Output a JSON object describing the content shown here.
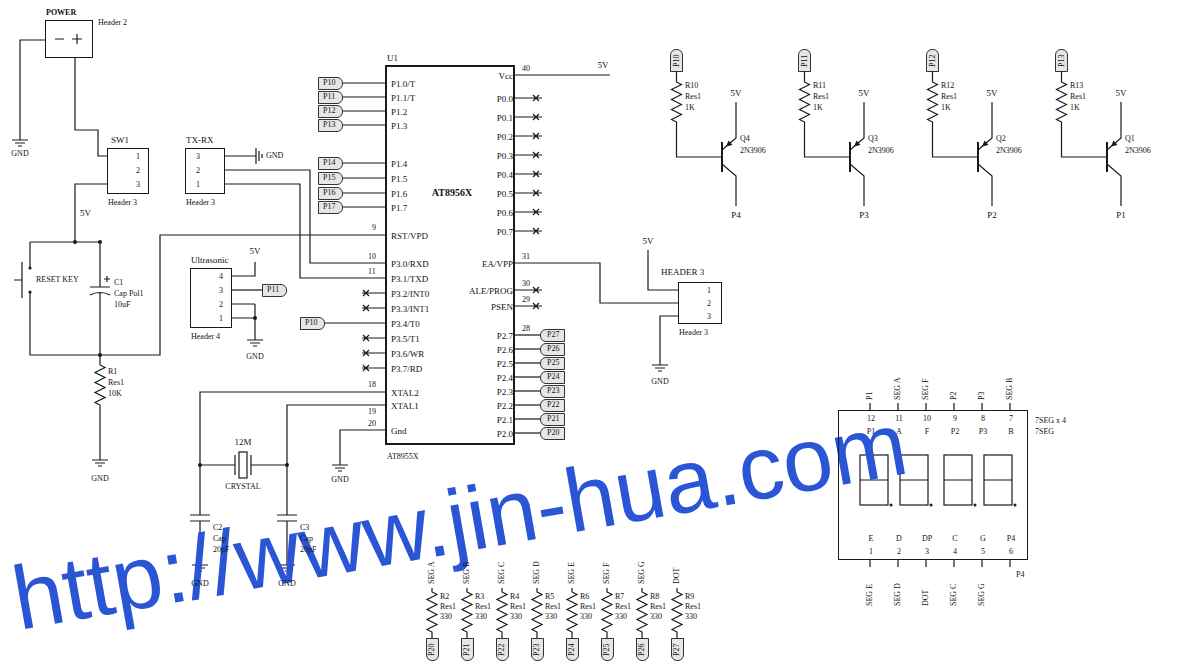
{
  "diagram": {
    "nodes": [
      {
        "text": [
          "POWER",
          "Header 2"
        ]
      },
      {
        "text": [
          "SW1",
          "1",
          "2",
          "3",
          "Header 3"
        ]
      },
      {
        "text": [
          "TX-RX",
          "3",
          "2",
          "1",
          "Header 3"
        ]
      },
      {
        "text": [
          "U1",
          "P1.0/T",
          "P1.1/T",
          "P1.2",
          "P1.3",
          "P1.4",
          "P1.5",
          "P1.6",
          "P1.7",
          "RST/VPD",
          "P3.0/RXD",
          "P3.1/TXD",
          "P3.2/INT0",
          "P3.3/INT1",
          "P3.4/T0",
          "P3.5/T1",
          "P3.6/WR",
          "P3.7/RD",
          "XTAL2",
          "XTAL1",
          "Gnd",
          "Vcc",
          "P0.0",
          "P0.1",
          "P0.2",
          "P0.3",
          "P0.4",
          "P0.5",
          "P0.6",
          "P0.7",
          "EA/VPP",
          "ALE/PROG",
          "PSEN",
          "P2.7",
          "P2.6",
          "P2.5",
          "P2.4",
          "P2.3",
          "P2.2",
          "P2.1",
          "P2.0",
          "AT8956X",
          "AT8955X"
        ]
      },
      {
        "text": [
          "P10"
        ]
      },
      {
        "text": [
          "P11"
        ]
      },
      {
        "text": [
          "P12"
        ]
      },
      {
        "text": [
          "P13"
        ]
      },
      {
        "text": [
          "P14"
        ]
      },
      {
        "text": [
          "P15"
        ]
      },
      {
        "text": [
          "P16"
        ]
      },
      {
        "text": [
          "P17"
        ]
      },
      {
        "text": [
          "P10"
        ]
      },
      {
        "text": [
          "P11"
        ]
      },
      {
        "text": [
          "P12"
        ]
      },
      {
        "text": [
          "P13"
        ]
      },
      {
        "text": [
          "Ultrasonic",
          "4",
          "3",
          "2",
          "1",
          "Header 4"
        ]
      },
      {
        "text": [
          "P11"
        ]
      },
      {
        "text": [
          "P10"
        ]
      },
      {
        "text": [
          "P27"
        ]
      },
      {
        "text": [
          "P26"
        ]
      },
      {
        "text": [
          "P25"
        ]
      },
      {
        "text": [
          "P24"
        ]
      },
      {
        "text": [
          "P23"
        ]
      },
      {
        "text": [
          "P22"
        ]
      },
      {
        "text": [
          "P21"
        ]
      },
      {
        "text": [
          "P20"
        ]
      },
      {
        "text": [
          "HEADER 3",
          "1",
          "2",
          "3",
          "Header 3"
        ]
      },
      {
        "text": [
          "7SEG x 4",
          "7SEG",
          "12",
          "11",
          "10",
          "9",
          "8",
          "7",
          "P1",
          "A",
          "F",
          "P2",
          "P3",
          "B",
          "E",
          "D",
          "DP",
          "C",
          "G",
          "P4",
          "1",
          "2",
          "3",
          "4",
          "5",
          "6"
        ]
      },
      {
        "text": [
          "P20"
        ]
      },
      {
        "text": [
          "P21"
        ]
      },
      {
        "text": [
          "P22"
        ]
      },
      {
        "text": [
          "P23"
        ]
      },
      {
        "text": [
          "P24"
        ]
      },
      {
        "text": [
          "P25"
        ]
      },
      {
        "text": [
          "P26"
        ]
      },
      {
        "text": [
          "P27"
        ]
      }
    ],
    "edges": [
      {
        "from": 0,
        "to": 1,
        "arrow": "none"
      },
      {
        "from": 2,
        "to": 3,
        "arrow": "none"
      },
      {
        "from": 2,
        "to": 3,
        "arrow": "none"
      },
      {
        "from": 4,
        "to": 3,
        "arrow": "none"
      },
      {
        "from": 5,
        "to": 3,
        "arrow": "none"
      },
      {
        "from": 6,
        "to": 3,
        "arrow": "none"
      },
      {
        "from": 7,
        "to": 3,
        "arrow": "none"
      },
      {
        "from": 8,
        "to": 3,
        "arrow": "none"
      },
      {
        "from": 9,
        "to": 3,
        "arrow": "none"
      },
      {
        "from": 10,
        "to": 3,
        "arrow": "none"
      },
      {
        "from": 11,
        "to": 3,
        "arrow": "none"
      },
      {
        "from": 16,
        "to": 17,
        "arrow": "none"
      },
      {
        "from": 18,
        "to": 3,
        "arrow": "none"
      },
      {
        "from": 3,
        "to": 19,
        "arrow": "none"
      },
      {
        "from": 3,
        "to": 20,
        "arrow": "none"
      },
      {
        "from": 3,
        "to": 21,
        "arrow": "none"
      },
      {
        "from": 3,
        "to": 22,
        "arrow": "none"
      },
      {
        "from": 3,
        "to": 23,
        "arrow": "none"
      },
      {
        "from": 3,
        "to": 24,
        "arrow": "none"
      },
      {
        "from": 3,
        "to": 25,
        "arrow": "none"
      },
      {
        "from": 3,
        "to": 26,
        "arrow": "none"
      },
      {
        "from": 3,
        "to": 27,
        "arrow": "none"
      }
    ],
    "labels": [
      "5V",
      "GND",
      "GND",
      "RESET KEY",
      "C1",
      "Cap Pol1",
      "10uF",
      "R1",
      "Res1",
      "10K",
      "GND",
      "12M",
      "CRYSTAL",
      "C2",
      "Cap",
      "20pF",
      "C3",
      "Cap",
      "20pF",
      "GND",
      "GND",
      "GND",
      "5V",
      "GND",
      "9",
      "10",
      "11",
      "18",
      "19",
      "20",
      "40",
      "31",
      "30",
      "29",
      "28",
      "5V",
      "5V",
      "GND",
      "R10",
      "Res1",
      "1K",
      "5V",
      "Q4",
      "2N3906",
      "P4",
      "R11",
      "Res1",
      "1K",
      "5V",
      "Q3",
      "2N3906",
      "P3",
      "R12",
      "Res1",
      "1K",
      "5V",
      "Q2",
      "2N3906",
      "P2",
      "R13",
      "Res1",
      "1K",
      "5V",
      "Q1",
      "2N3906",
      "P1",
      "P1",
      "SEG A",
      "SEG F",
      "P2",
      "P3",
      "SEG B",
      "SEG E",
      "SEG D",
      "DOT",
      "SEG C",
      "SEG G",
      "P4",
      "SEG A",
      "R2",
      "Res1",
      "330",
      "SEG B",
      "R3",
      "Res1",
      "330",
      "SEG C",
      "R4",
      "Res1",
      "330",
      "SEG D",
      "R5",
      "Res1",
      "330",
      "SEG E",
      "R6",
      "Res1",
      "330",
      "SEG F",
      "R7",
      "Res1",
      "330",
      "SEG G",
      "R8",
      "Res1",
      "330",
      "DOT",
      "R9",
      "Res1",
      "330",
      "http://www.jin-hua.com"
    ]
  }
}
